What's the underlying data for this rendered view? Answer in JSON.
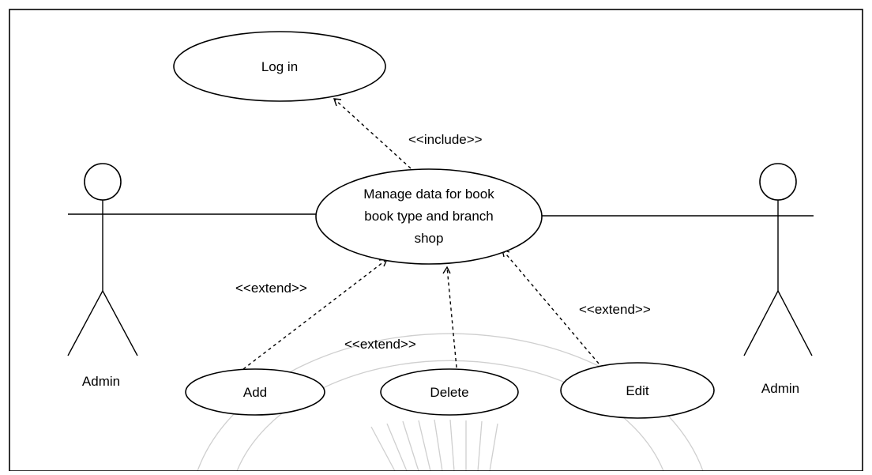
{
  "diagram": {
    "use_cases": {
      "login": "Log in",
      "manage_line1": "Manage data for book",
      "manage_line2": "book type and branch",
      "manage_line3": "shop",
      "add": "Add",
      "delete": "Delete",
      "edit": "Edit"
    },
    "actors": {
      "left": "Admin",
      "right": "Admin"
    },
    "relations": {
      "include": "<<include>>",
      "extend_add": "<<extend>>",
      "extend_delete": "<<extend>>",
      "extend_edit": "<<extend>>"
    }
  }
}
